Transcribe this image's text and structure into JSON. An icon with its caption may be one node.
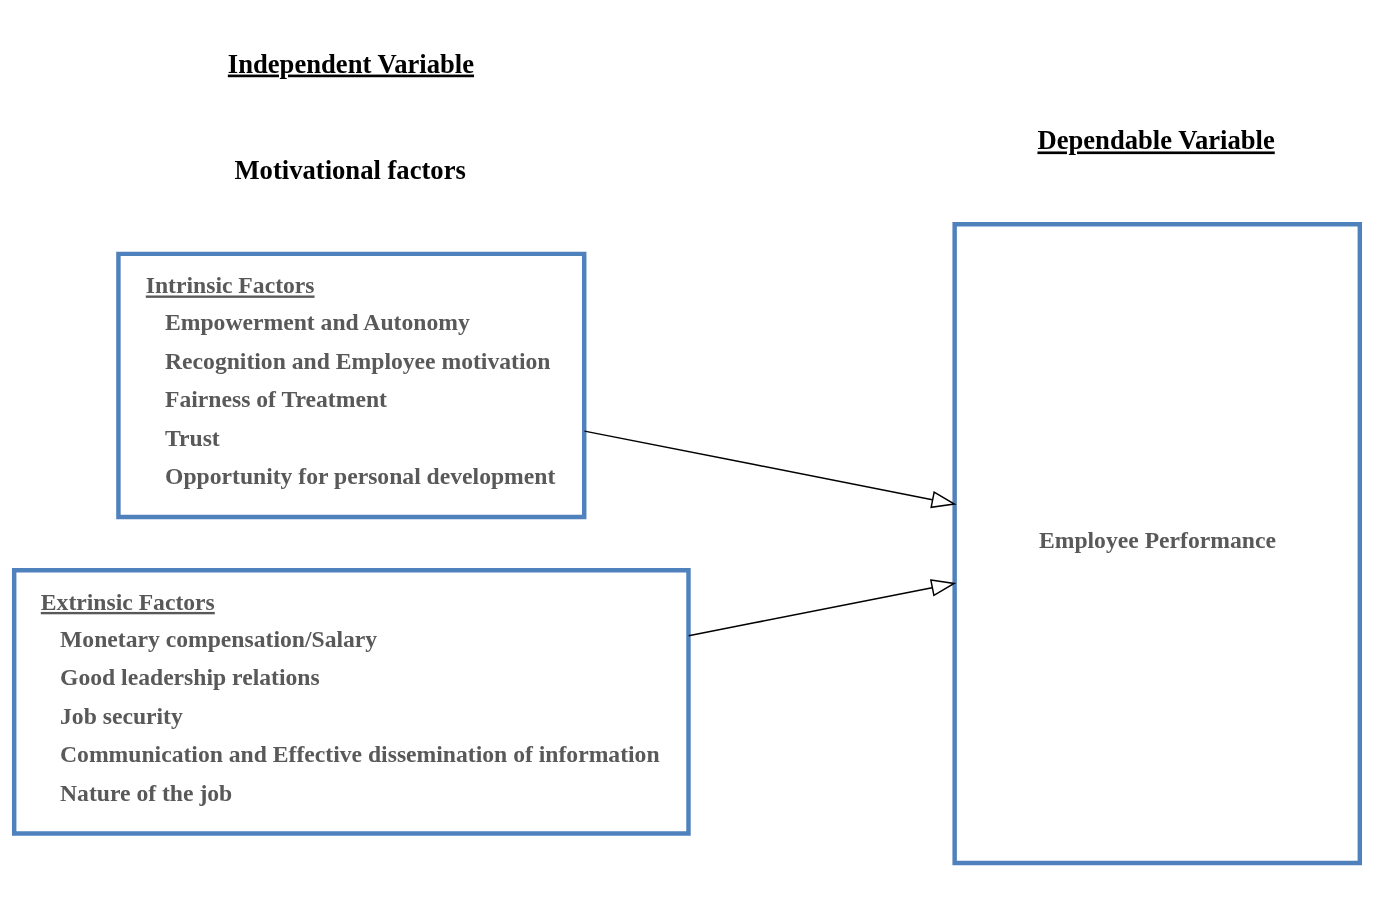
{
  "diagram": {
    "nodes": [
      {
        "text": [
          "Intrinsic Factors",
          "Empowerment and Autonomy",
          "Recognition and Employee motivation",
          "Fairness of Treatment",
          "Trust",
          "Opportunity for personal development"
        ]
      },
      {
        "text": [
          "Extrinsic Factors",
          "Monetary compensation/Salary",
          "Good leadership relations",
          "Job security",
          "Communication and Effective dissemination of information",
          "Nature of the job"
        ]
      },
      {
        "text": [
          "Employee Performance"
        ]
      }
    ],
    "edges": [
      {
        "from": 0,
        "to": 2,
        "arrow": "to"
      },
      {
        "from": 1,
        "to": 2,
        "arrow": "to"
      }
    ],
    "labels": [
      "Independent Variable",
      "Dependable Variable",
      "Motivational factors"
    ]
  }
}
